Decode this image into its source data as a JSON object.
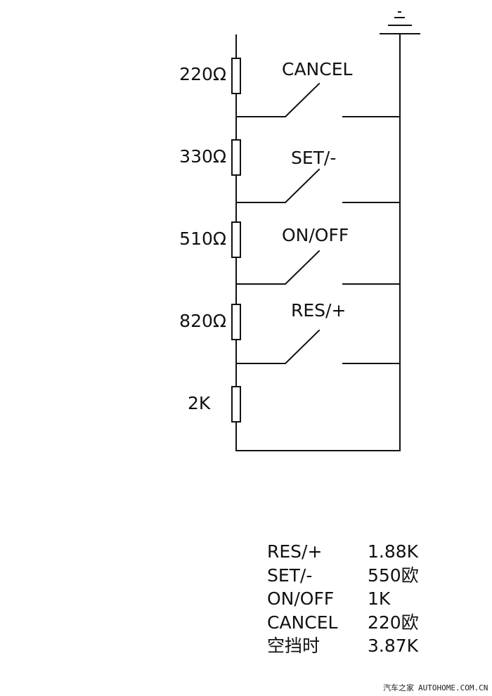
{
  "diagram": {
    "title": "Cruise control switch resistor ladder",
    "resistors": [
      {
        "label": "220Ω"
      },
      {
        "label": "330Ω"
      },
      {
        "label": "510Ω"
      },
      {
        "label": "820Ω"
      },
      {
        "label": "2K"
      }
    ],
    "switches": [
      {
        "label": "CANCEL"
      },
      {
        "label": "SET/-"
      },
      {
        "label": "ON/OFF"
      },
      {
        "label": "RES/+"
      }
    ],
    "ground_symbol": "ground-icon"
  },
  "resistance_table": [
    {
      "button": "RES/+",
      "value": "1.88K"
    },
    {
      "button": "SET/-",
      "value": "550欧"
    },
    {
      "button": "ON/OFF",
      "value": "1K"
    },
    {
      "button": "CANCEL",
      "value": "220欧"
    },
    {
      "button": "空挡时",
      "value": "3.87K"
    }
  ],
  "watermark": {
    "cn": "汽车之家",
    "en": "AUTOHOME.COM.CN"
  },
  "colors": {
    "line": "#111111",
    "background": "#ffffff"
  }
}
